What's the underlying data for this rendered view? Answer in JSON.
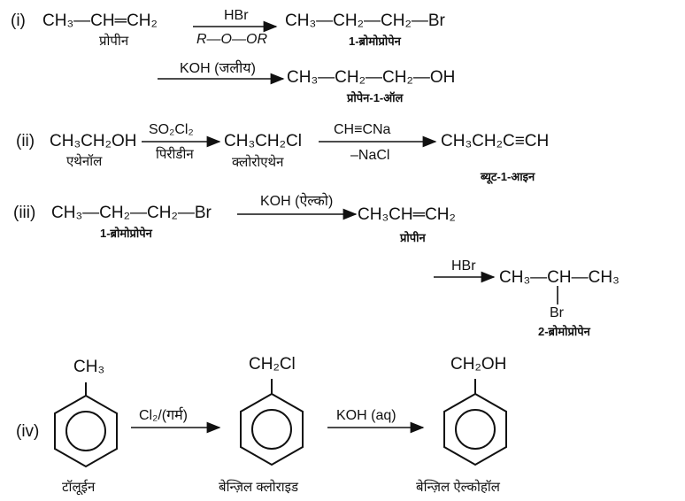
{
  "r1": {
    "num": "(i)",
    "reactant": "CH₃—CH═CH₂",
    "reactant_name": "प्रोपीन",
    "reagent_top": "HBr",
    "reagent_bottom": "R—O—OR",
    "product": "CH₃—CH₂—CH₂—Br",
    "product_name": "1-ब्रोमोप्रोपेन",
    "reagent2": "KOH (जलीय)",
    "product2": "CH₃—CH₂—CH₂—OH",
    "product2_name": "प्रोपेन-1-ऑल"
  },
  "r2": {
    "num": "(ii)",
    "reactant": "CH₃CH₂OH",
    "reactant_name": "एथेनॉल",
    "reagent_top": "SO₂Cl₂",
    "reagent_bottom": "पिरीडीन",
    "product": "CH₃CH₂Cl",
    "product_name": "क्लोरोएथेन",
    "reagent2_top": "CH≡CNa",
    "reagent2_bottom": "–NaCl",
    "product2": "CH₃CH₂C≡CH",
    "product2_name": "ब्यूट-1-आइन"
  },
  "r3": {
    "num": "(iii)",
    "reactant": "CH₃—CH₂—CH₂—Br",
    "reactant_name": "1-ब्रोमोप्रोपेन",
    "reagent_top": "KOH (ऐल्को)",
    "product": "CH₃CH═CH₂",
    "product_name": "प्रोपीन",
    "reagent2_top": "HBr",
    "product2": "CH₃—CH—CH₃",
    "product2_sub": "Br",
    "product2_name": "2-ब्रोमोप्रोपेन"
  },
  "r4": {
    "num": "(iv)",
    "sub1": "CH₃",
    "name1": "टॉलूईन",
    "reagent1": "Cl₂/(गर्म)",
    "sub2": "CH₂Cl",
    "name2": "बेन्ज़िल क्लोराइड",
    "reagent2": "KOH (aq)",
    "sub3": "CH₂OH",
    "name3": "बेन्ज़िल ऐल्कोहॉल"
  }
}
